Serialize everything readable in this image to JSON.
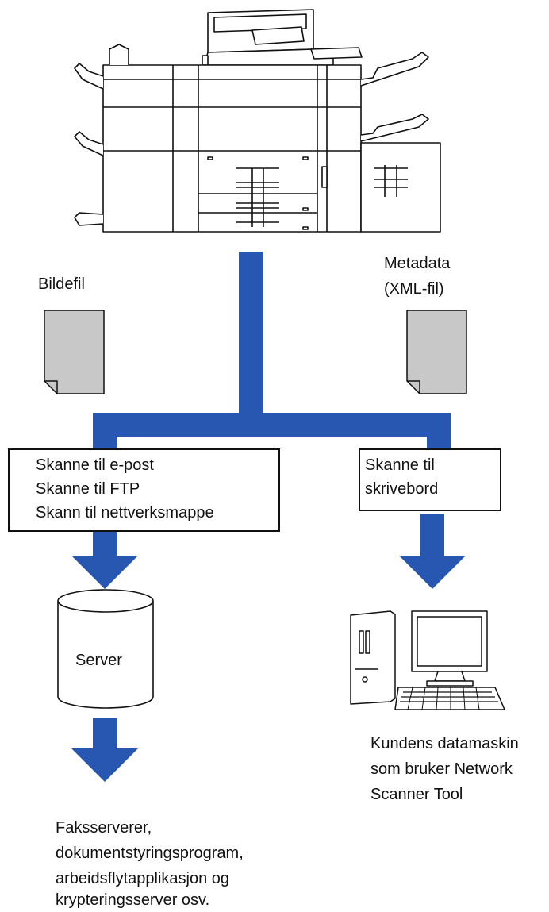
{
  "labels": {
    "image_file": "Bildefil",
    "metadata": [
      "Metadata",
      "(XML-fil)"
    ]
  },
  "left_box": {
    "lines": [
      "Skanne til e-post",
      "Skanne til FTP",
      "Skann til nettverksmappe"
    ]
  },
  "right_box": {
    "lines": [
      "Skanne til",
      "skrivebord"
    ]
  },
  "server": {
    "label": "Server"
  },
  "client": {
    "caption": [
      "Kundens datamaskin",
      "som bruker Network",
      "Scanner Tool"
    ]
  },
  "destinations": {
    "caption": [
      "Faksserverer,",
      "dokumentstyringsprogram,",
      "arbeidsflytapplikasjon og",
      "krypteringsserver osv."
    ]
  },
  "colors": {
    "flow": "#2757b0",
    "document": "#c8c8c8",
    "outline": "#111111"
  },
  "icons": [
    "mfp-printer-icon",
    "document-icon",
    "server-cylinder-icon",
    "desktop-computer-icon",
    "arrow-down-icon"
  ]
}
